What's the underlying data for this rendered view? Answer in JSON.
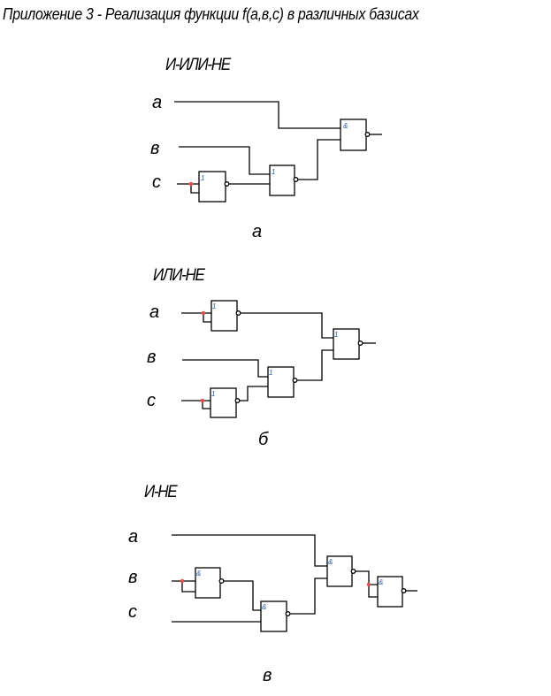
{
  "title": "Приложение 3 -  Реализация функции f(a,в,c) в различных базисах",
  "diagrams": [
    {
      "basis": "И-ИЛИ-НЕ",
      "inputs": [
        "а",
        "в",
        "с"
      ],
      "caption": "а",
      "gate_symbols": [
        "1",
        "1",
        "&"
      ]
    },
    {
      "basis": "ИЛИ-НЕ",
      "inputs": [
        "а",
        "в",
        "с"
      ],
      "caption": "б",
      "gate_symbols": [
        "1",
        "1",
        "1",
        "1"
      ]
    },
    {
      "basis": "И-НЕ",
      "inputs": [
        "а",
        "в",
        "с"
      ],
      "caption": "в",
      "gate_symbols": [
        "&",
        "&",
        "&",
        "&"
      ]
    }
  ],
  "colors": {
    "wire": "#000000",
    "junction": "#e05050",
    "gate_symbol": "#2a5ea8"
  }
}
